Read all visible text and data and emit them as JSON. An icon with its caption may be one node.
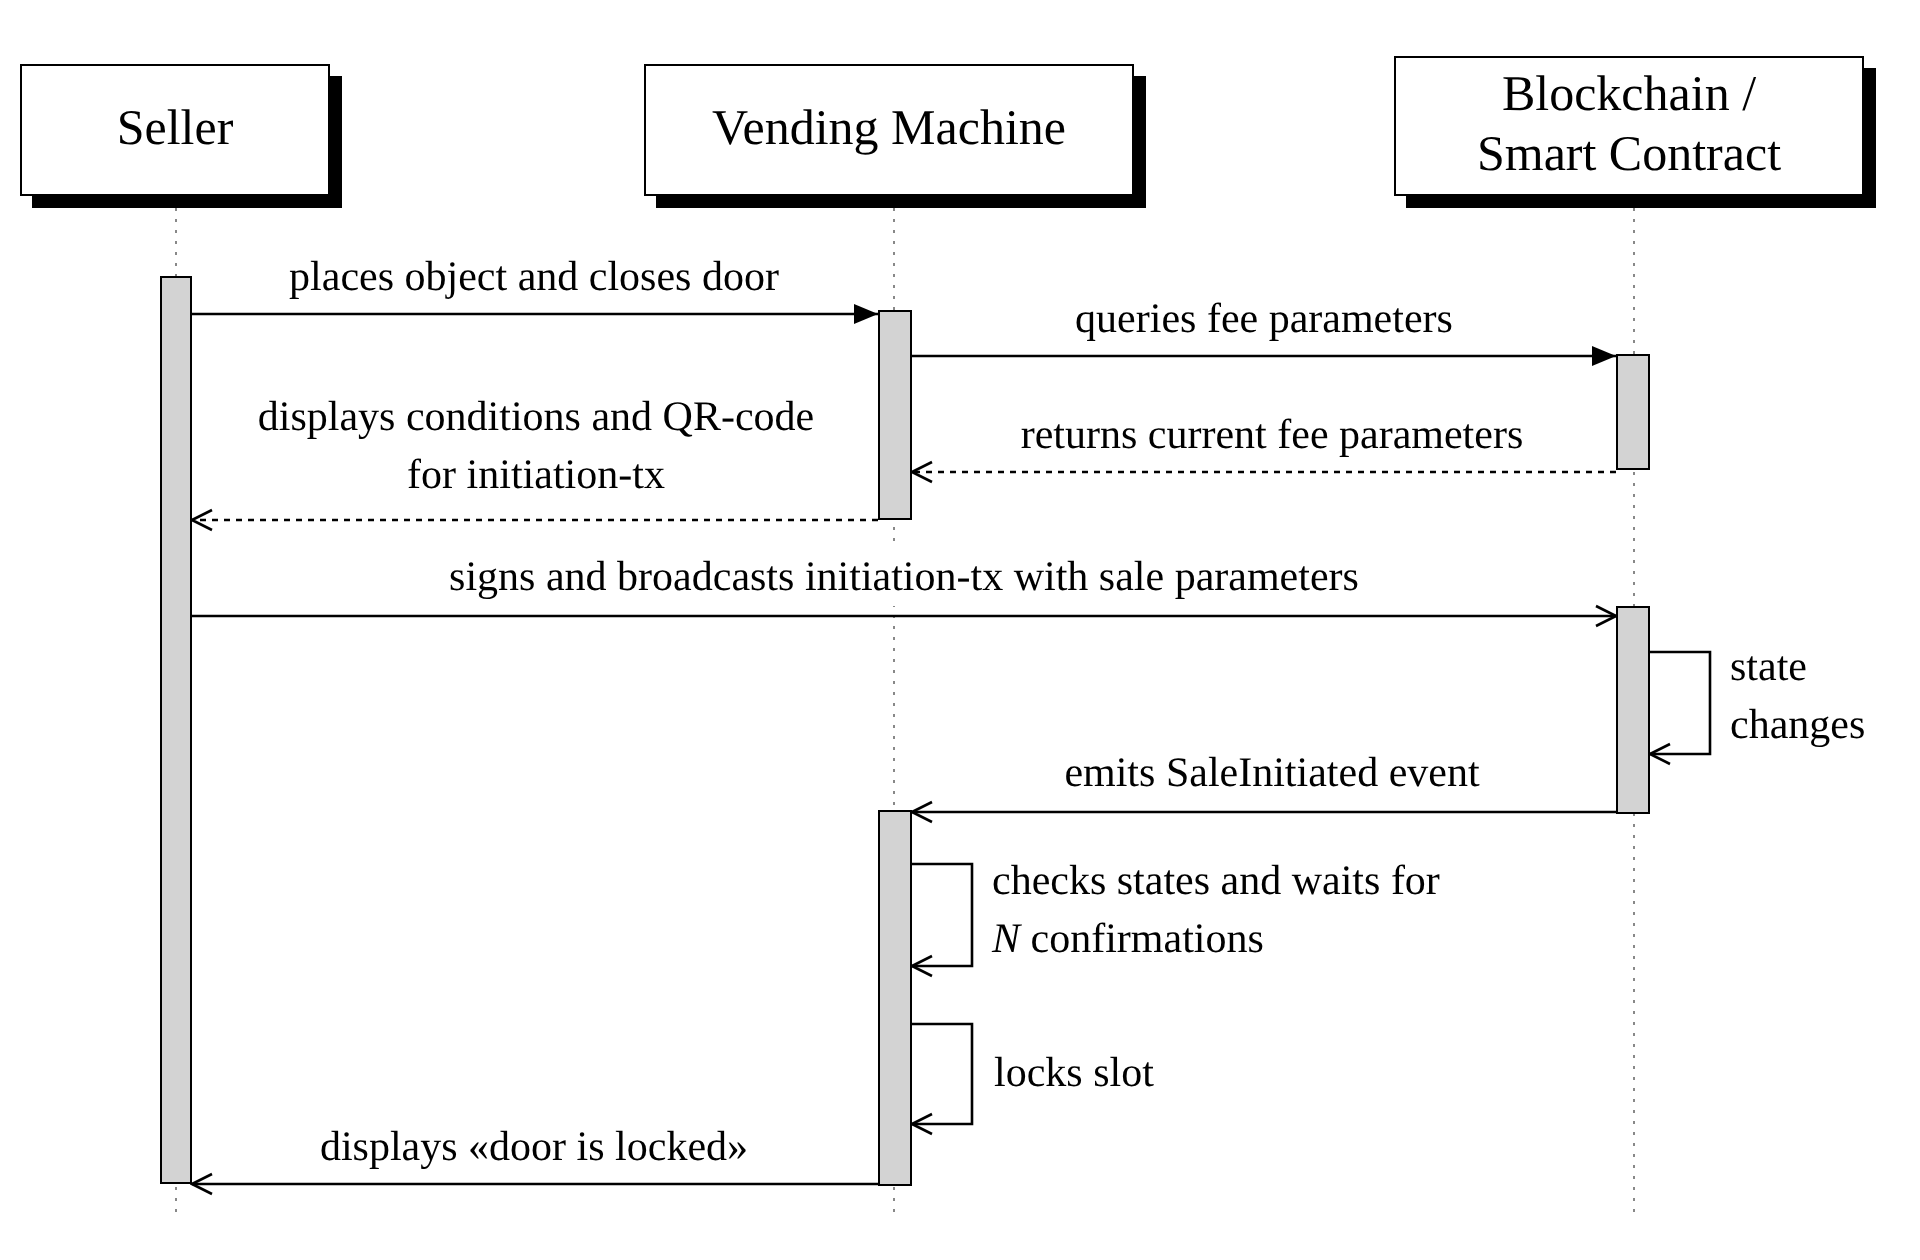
{
  "diagram": {
    "nodes": [
      {
        "text": [
          "Seller"
        ]
      },
      {
        "text": [
          "Vending Machine"
        ]
      },
      {
        "text": [
          "Blockchain / Smart Contract"
        ]
      },
      {
        "text": [],
        "shape": "bar"
      },
      {
        "text": [],
        "shape": "bar"
      },
      {
        "text": [],
        "shape": "bar"
      },
      {
        "text": [],
        "shape": "bar"
      },
      {
        "text": [],
        "shape": "bar"
      }
    ],
    "edges": [
      {
        "from": 3,
        "to": 4,
        "arrow": "to",
        "label": "places object and closes door"
      },
      {
        "from": 4,
        "to": 5,
        "arrow": "to",
        "label": "queries fee parameters"
      },
      {
        "from": 5,
        "to": 4,
        "arrow": "to",
        "label": "returns current fee parameters",
        "style": "dashed"
      },
      {
        "from": 4,
        "to": 3,
        "arrow": "to",
        "label": "displays conditions and QR-code for initiation-tx",
        "style": "dashed"
      },
      {
        "from": 3,
        "to": 6,
        "arrow": "to",
        "label": "signs and broadcasts initiation-tx with sale parameters"
      },
      {
        "from": 6,
        "to": 6,
        "arrow": "to",
        "label": "state changes"
      },
      {
        "from": 6,
        "to": 7,
        "arrow": "to",
        "label": "emits SaleInitiated event"
      },
      {
        "from": 7,
        "to": 7,
        "arrow": "to",
        "label": "checks states and waits for *N* confirmations"
      },
      {
        "from": 7,
        "to": 7,
        "arrow": "to",
        "label": "locks slot"
      },
      {
        "from": 7,
        "to": 3,
        "arrow": "to",
        "label": "displays «door is locked»"
      }
    ]
  }
}
